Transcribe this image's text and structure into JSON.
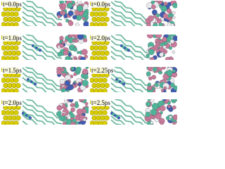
{
  "figure": {
    "colors": {
      "gold_atom": "#d8cc00",
      "gold_shade": "#8e8600",
      "chain": "#5aa690",
      "chain_light": "#a9dcc8",
      "cluster_pink": "#c87a9a",
      "cluster_teal": "#4fb39a",
      "cluster_blue": "#3f5cb0",
      "cluster_white": "#e9e9ee"
    },
    "columns": [
      {
        "name": "left",
        "panels": [
          {
            "time": "t=0.0ps"
          },
          {
            "time": "t=1.0ps"
          },
          {
            "time": "t=1.5ps"
          },
          {
            "time": "t=2.0ps"
          }
        ]
      },
      {
        "name": "right",
        "panels": [
          {
            "time": "t=0.0ps"
          },
          {
            "time": "t=2.0ps"
          },
          {
            "time": "t=2.25ps"
          },
          {
            "time": "t=2.5ps"
          }
        ]
      }
    ]
  }
}
